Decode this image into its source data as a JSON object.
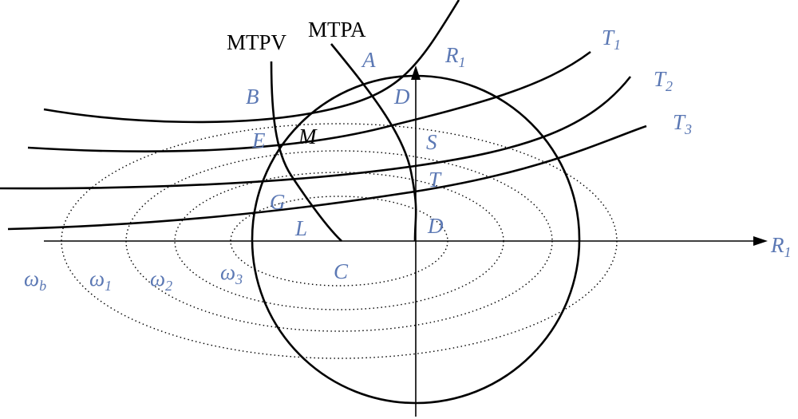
{
  "colors": {
    "label_blue": "#5b78b4",
    "stroke": "#000000"
  },
  "curves": {
    "mtpv": "MTPV",
    "mtpa": "MTPA"
  },
  "torque_labels": [
    {
      "base": "T",
      "sub": "1"
    },
    {
      "base": "T",
      "sub": "2"
    },
    {
      "base": "T",
      "sub": "3"
    }
  ],
  "axis": {
    "horizontal": {
      "base": "R",
      "sub": "1"
    },
    "vertical": {
      "base": "R",
      "sub": "1"
    }
  },
  "points": {
    "A": "A",
    "B": "B",
    "D_top": "D",
    "E": "E",
    "M": "M",
    "S": "S",
    "T": "T",
    "G": "G",
    "L": "L",
    "D_bottom": "D",
    "C": "C"
  },
  "ellipse_labels": [
    {
      "base": "ω",
      "sub": "b"
    },
    {
      "base": "ω",
      "sub": "1"
    },
    {
      "base": "ω",
      "sub": "2"
    },
    {
      "base": "ω",
      "sub": "3"
    }
  ]
}
